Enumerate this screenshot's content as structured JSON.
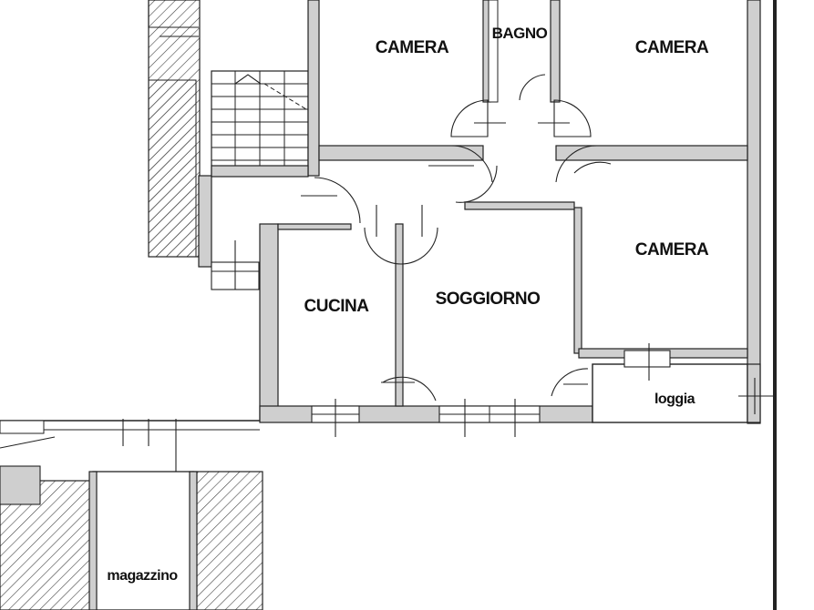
{
  "rooms": {
    "camera_top_left": "CAMERA",
    "bagno": "BAGNO",
    "camera_top_right": "CAMERA",
    "camera_right": "CAMERA",
    "cucina": "CUCINA",
    "soggiorno": "SOGGIORNO",
    "loggia": "loggia",
    "magazzino": "magazzino"
  }
}
